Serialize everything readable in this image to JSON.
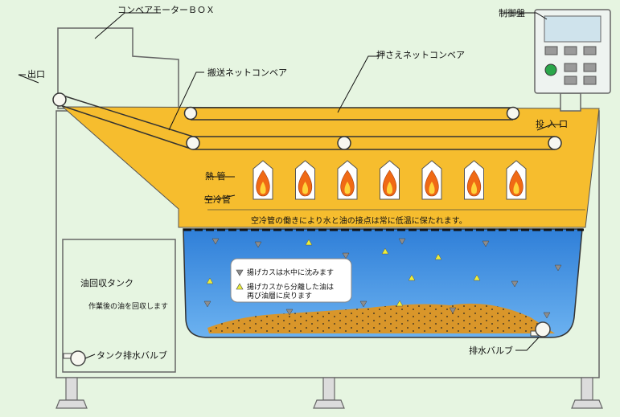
{
  "labels": {
    "motor_box": "コンベアモーターＢＯＸ",
    "control_panel": "制御盤",
    "outlet": "出口",
    "transport_conveyor": "搬送ネットコンベア",
    "press_conveyor": "押さえネットコンベア",
    "inlet": "投 入 口",
    "heat_pipe": "熱 管",
    "cooling_pipe": "空冷管",
    "cooling_note": "空冷管の働きにより水と油の接点は常に低温に保たれます。",
    "oil_tank_title": "油回収タンク",
    "oil_tank_desc": "作業後の油を回収します",
    "tank_drain_valve": "タンク排水バルブ",
    "drain_valve": "排水バルブ"
  },
  "legend": {
    "sink_text": "揚げカスは水中に沈みます",
    "float_line1": "揚げカスから分離した油は",
    "float_line2": "再び油層に戻ります"
  },
  "colors": {
    "oil": "#f6bd2e",
    "water": "#3d8ee0",
    "sediment": "#d9962a",
    "background": "#e6f5e1",
    "flame": "#f06a14",
    "marker_yellow": "#ecee3a",
    "marker_gray": "#8d8d8d"
  },
  "counts": {
    "burners": 7
  }
}
